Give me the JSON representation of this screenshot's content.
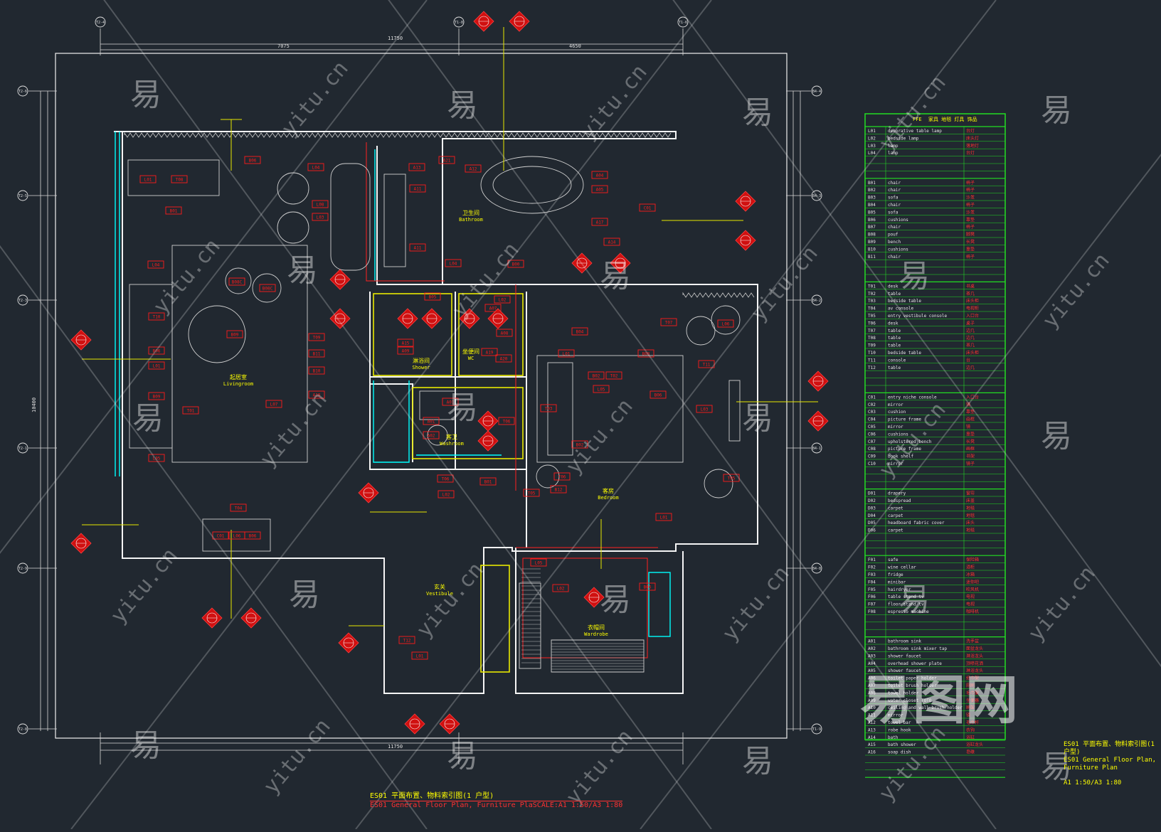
{
  "drawing": {
    "room_labels": [
      {
        "cn": "卫生间",
        "en": "Bathroom"
      },
      {
        "cn": "起居室",
        "en": "Livingroom"
      },
      {
        "cn": "淋浴间",
        "en": "Shower"
      },
      {
        "cn": "坐便间",
        "en": "WC"
      },
      {
        "cn": "客卫",
        "en": "Washroom"
      },
      {
        "cn": "客房",
        "en": "Bedroom"
      },
      {
        "cn": "玄关",
        "en": "Vestibule"
      },
      {
        "cn": "衣帽间",
        "en": "Wardrobe"
      }
    ],
    "tags": [
      "B06",
      "L01",
      "T08",
      "B01",
      "L04",
      "B08C",
      "B08C",
      "B09",
      "T10",
      "B06",
      "L01",
      "B09",
      "T01",
      "L07",
      "L05",
      "L04",
      "L08",
      "L03",
      "A13",
      "A11",
      "A11",
      "A21",
      "A12",
      "A04",
      "A05",
      "A17",
      "A14",
      "C01",
      "B00",
      "L04",
      "B05",
      "L02",
      "T09",
      "B11",
      "B10",
      "A10",
      "A15",
      "A09",
      "A07",
      "A08",
      "A19",
      "A20",
      "A01",
      "A01",
      "A02",
      "T06",
      "T06",
      "L02",
      "B01",
      "B04",
      "B02",
      "T02",
      "B08",
      "B06",
      "T11",
      "L05",
      "L03",
      "L06",
      "T07",
      "B02",
      "T05",
      "L01",
      "T03",
      "T05",
      "T06",
      "B12",
      "T04",
      "C01",
      "L06",
      "B06",
      "T12",
      "L01",
      "L02",
      "L05",
      "B06",
      "L01"
    ],
    "dims": {
      "top_total": "11750",
      "top_left": "7075",
      "top_right": "4650",
      "bottom_total": "11750",
      "left_total": "10400"
    },
    "grid_bubbles": [
      "T2-4",
      "T1-8",
      "T1-6",
      "T2-6",
      "T2-5",
      "T2-3",
      "T2-1",
      "T2-9",
      "T2-8",
      "B4-4",
      "B4-3",
      "B4-2",
      "B4-1",
      "B4-8",
      "T1-9"
    ]
  },
  "schedule": {
    "header": {
      "code": "FFE",
      "title": "家具 地毯 灯具 饰品"
    },
    "groups": [
      [
        [
          "L01",
          "decorative table lamp",
          "台灯"
        ],
        [
          "L02",
          "bedside lamp",
          "床头灯"
        ],
        [
          "L03",
          "lamp",
          "落地灯"
        ],
        [
          "L04",
          "lamp",
          "台灯"
        ]
      ],
      [
        [
          "B01",
          "chair",
          "椅子"
        ],
        [
          "B02",
          "chair",
          "椅子"
        ],
        [
          "B03",
          "sofa",
          "沙发"
        ],
        [
          "B04",
          "chair",
          "椅子"
        ],
        [
          "B05",
          "sofa",
          "沙发"
        ],
        [
          "B06",
          "cushions",
          "靠垫"
        ],
        [
          "B07",
          "chair",
          "椅子"
        ],
        [
          "B08",
          "pouf",
          "脚凳"
        ],
        [
          "B09",
          "bench",
          "长凳"
        ],
        [
          "B10",
          "cushions",
          "靠垫"
        ],
        [
          "B11",
          "chair",
          "椅子"
        ]
      ],
      [
        [
          "T01",
          "desk",
          "书桌"
        ],
        [
          "T02",
          "table",
          "茶几"
        ],
        [
          "T03",
          "bedside table",
          "床头柜"
        ],
        [
          "T04",
          "av console",
          "电视柜"
        ],
        [
          "T05",
          "entry vestibule console",
          "入口台"
        ],
        [
          "T06",
          "desk",
          "桌子"
        ],
        [
          "T07",
          "table",
          "边几"
        ],
        [
          "T08",
          "table",
          "边几"
        ],
        [
          "T09",
          "table",
          "茶几"
        ],
        [
          "T10",
          "bedside table",
          "床头柜"
        ],
        [
          "T11",
          "console",
          "台"
        ],
        [
          "T12",
          "table",
          "边几"
        ]
      ],
      [
        [
          "C01",
          "entry niche console",
          "入口台"
        ],
        [
          "C02",
          "mirror",
          "镜"
        ],
        [
          "C03",
          "cushion",
          "靠垫"
        ],
        [
          "C04",
          "picture frame",
          "画框"
        ],
        [
          "C05",
          "mirror",
          "镜"
        ],
        [
          "C06",
          "cushions",
          "靠垫"
        ],
        [
          "C07",
          "upholstered bench",
          "长凳"
        ],
        [
          "C08",
          "picture frame",
          "画框"
        ],
        [
          "C09",
          "book shelf",
          "书架"
        ],
        [
          "C10",
          "mirror",
          "镜子"
        ]
      ],
      [
        [
          "D01",
          "drapery",
          "窗帘"
        ],
        [
          "D02",
          "bedspread",
          "床盖"
        ],
        [
          "D03",
          "carpet",
          "地毯"
        ],
        [
          "D04",
          "carpet",
          "地毯"
        ],
        [
          "D05",
          "headboard fabric cover",
          "床头"
        ],
        [
          "D06",
          "carpet",
          "地毯"
        ]
      ],
      [
        [
          "F01",
          "safe",
          "保险箱"
        ],
        [
          "F02",
          "wine cellar",
          "酒柜"
        ],
        [
          "F03",
          "fridge",
          "冰箱"
        ],
        [
          "F04",
          "minibar",
          "迷你吧"
        ],
        [
          "F05",
          "hairdryer",
          "吹风机"
        ],
        [
          "F06",
          "table stand tv",
          "电视"
        ],
        [
          "F07",
          "floor stand tv",
          "电视"
        ],
        [
          "F08",
          "espresso machine",
          "咖啡机"
        ]
      ],
      [
        [
          "A01",
          "bathroom sink",
          "洗手盆"
        ],
        [
          "A02",
          "bathroom sink mixer tap",
          "面盆龙头"
        ],
        [
          "A03",
          "shower faucet",
          "淋浴龙头"
        ],
        [
          "A04",
          "overhead shower plate",
          "顶喷花洒"
        ],
        [
          "A05",
          "shower faucet",
          "淋浴龙头"
        ],
        [
          "A06",
          "toilet paper holder",
          "纸巾架"
        ],
        [
          "A07",
          "toilet brush holder",
          "厕刷"
        ],
        [
          "A08",
          "towel holder",
          "毛巾架"
        ],
        [
          "A09",
          "water closet TOTO",
          "坐便器"
        ],
        [
          "A10",
          "ceiling and wall brush holder",
          "刷架"
        ],
        [
          "A11",
          "mirror",
          "镜"
        ],
        [
          "A12",
          "towel bar",
          "毛巾杆"
        ],
        [
          "A13",
          "robe hook",
          "衣钩"
        ],
        [
          "A14",
          "bath",
          "浴缸"
        ],
        [
          "A15",
          "bath shower",
          "浴缸龙头"
        ],
        [
          "A16",
          "soap dish",
          "皂碟"
        ]
      ]
    ],
    "caption": [
      "ES01 平面布置、物料索引图(1 户型)",
      "ES01 General Floor Plan, Furniture Plan",
      "A1 1:50/A3 1:80"
    ]
  },
  "drawing_title": {
    "cn": "ES01 平面布置、物料索引图(1 户型)",
    "en": "ES01 General Floor Plan, Furniture PlaSCALE:A1 1:50/A3 1:80"
  },
  "watermark": {
    "char": "易",
    "text": "yitu.cn",
    "logo": "易图网"
  },
  "colors": {
    "bg": "#212830",
    "wall": "#ffffff",
    "furniture": "#d8d8d8",
    "tag": "#ff1a1a",
    "leader": "#ffff00",
    "glass": "#00ffff",
    "table": "#22dd22",
    "grid": "#e0e0e0"
  }
}
